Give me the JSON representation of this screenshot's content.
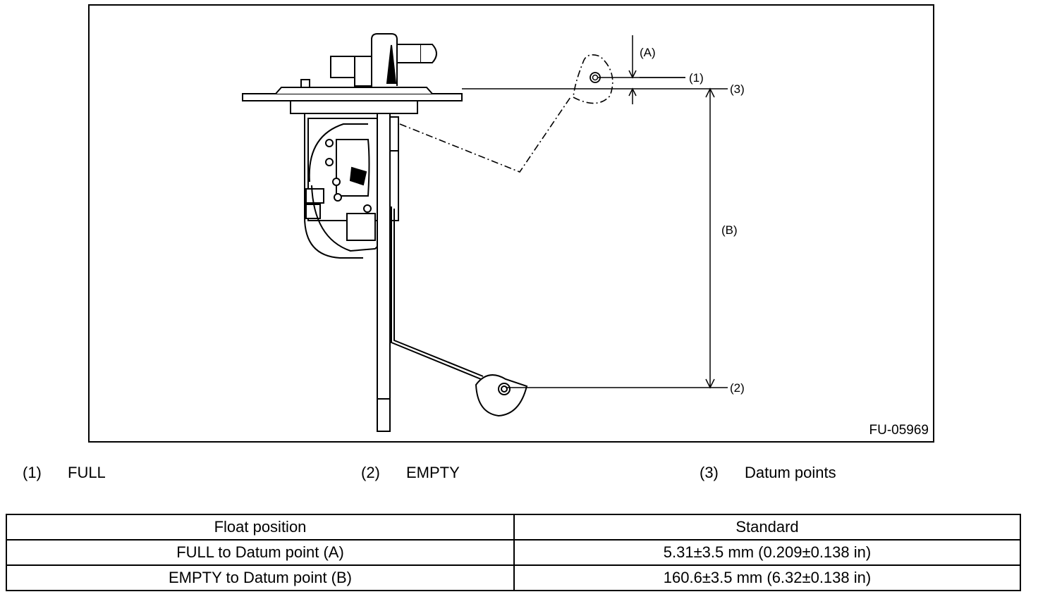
{
  "figure": {
    "id": "FU-05969",
    "callouts": {
      "a": "(A)",
      "b": "(B)",
      "one": "(1)",
      "two": "(2)",
      "three": "(3)"
    }
  },
  "legend": [
    {
      "number": "(1)",
      "label": "FULL"
    },
    {
      "number": "(2)",
      "label": "EMPTY"
    },
    {
      "number": "(3)",
      "label": "Datum points"
    }
  ],
  "table": {
    "headers": [
      "Float position",
      "Standard"
    ],
    "rows": [
      [
        "FULL to Datum point (A)",
        "5.31±3.5 mm (0.209±0.138 in)"
      ],
      [
        "EMPTY to Datum point (B)",
        "160.6±3.5 mm (6.32±0.138 in)"
      ]
    ]
  }
}
